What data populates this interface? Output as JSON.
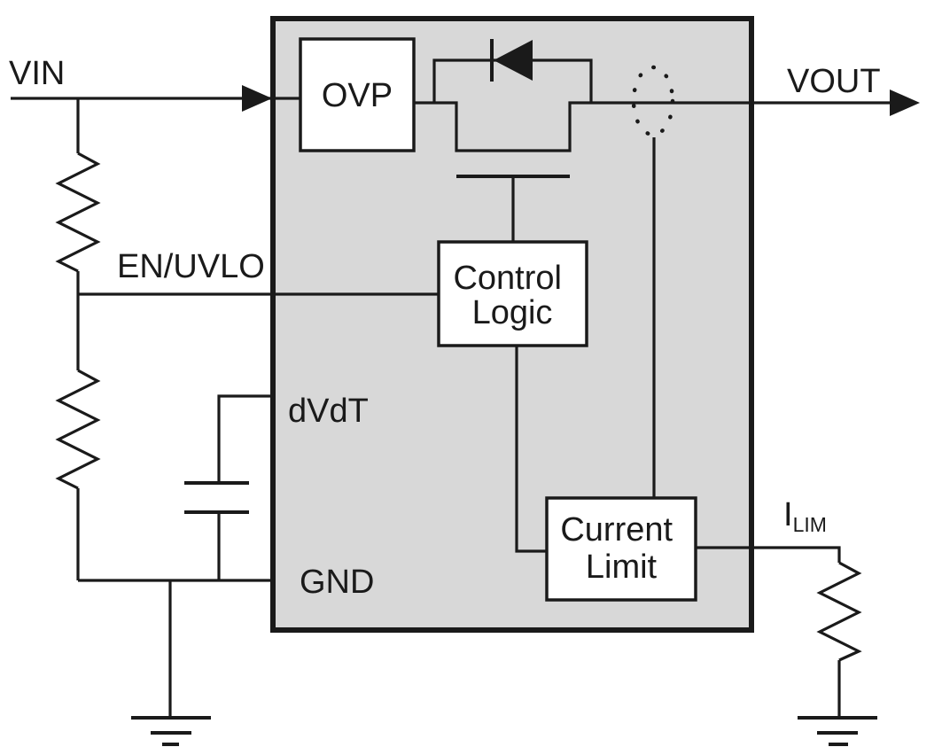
{
  "diagram_type": "ic-functional-block-diagram",
  "labels": {
    "vin": "VIN",
    "vout": "VOUT",
    "en_uvlo": "EN/UVLO",
    "dvdt": "dVdT",
    "gnd": "GND",
    "ilim_main": "I",
    "ilim_sub": "LIM",
    "ovp": "OVP",
    "control_logic_line1": "Control",
    "control_logic_line2": "Logic",
    "current_limit_line1": "Current",
    "current_limit_line2": "Limit"
  },
  "colors": {
    "ic_fill": "#d8d8d8",
    "block_fill": "#ffffff",
    "line": "#1a1a1a",
    "background": "#ffffff"
  },
  "symbols": [
    "vin-arrowhead",
    "vout-arrowhead",
    "uvlo-divider-resistor-top",
    "uvlo-divider-resistor-bottom",
    "ilim-resistor",
    "dvdt-capacitor",
    "body-diode",
    "pass-fet-gate",
    "current-sense-dotted-ellipse",
    "ground-symbol-left",
    "ground-symbol-right"
  ]
}
